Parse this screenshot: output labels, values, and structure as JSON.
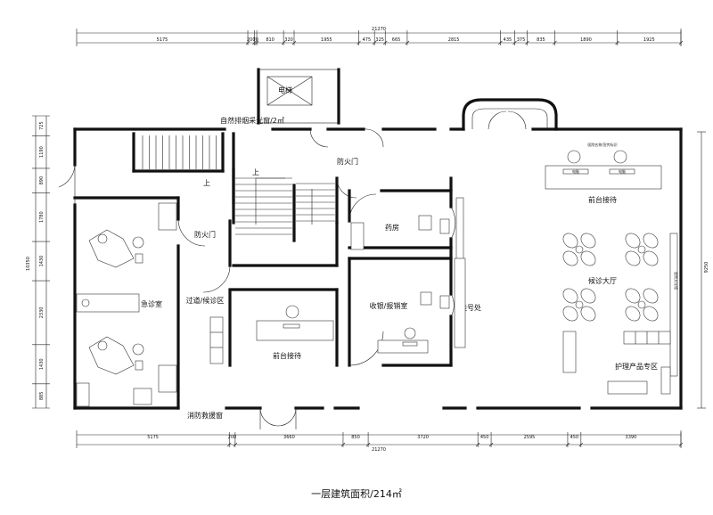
{
  "rooms": {
    "elevator": "电梯",
    "smoke_window": "自然排烟采光窗/2㎡",
    "fire_door_top": "防火门",
    "fire_door_left": "防火门",
    "up_1": "上",
    "up_2": "上",
    "pharmacy": "药房",
    "front_desk_right": "前台接待",
    "waiting_hall": "候诊大厅",
    "emergency_room": "急诊室",
    "corridor": "过道/候诊区",
    "cashier": "收银/报销室",
    "registration": "挂号处",
    "front_desk_center": "前台接待",
    "care_products": "护理产品专区",
    "rescue_window": "消防救援窗"
  },
  "small_text": {
    "front_desk_sign": "医院名称/宣传标识",
    "hall_wall_sign": "医院文化墙",
    "monitor": "电脑"
  },
  "dimensions": {
    "top_total": "21270",
    "top_segments": [
      "5175",
      "200",
      "70",
      "810",
      "320",
      "1955",
      "475",
      "325",
      "665",
      "2815",
      "435",
      "375",
      "835",
      "1890",
      "1925"
    ],
    "bottom_total": "21270",
    "bottom_segments": [
      "5175",
      "200",
      "3660",
      "850",
      "3720",
      "450",
      "2595",
      "450",
      "3390"
    ],
    "left_total": "10350",
    "left_segments": [
      "725",
      "1190",
      "890",
      "1780",
      "1430",
      "2330",
      "1430",
      "885"
    ],
    "right_total": "9250"
  },
  "caption": "一层建筑面积/214㎡"
}
